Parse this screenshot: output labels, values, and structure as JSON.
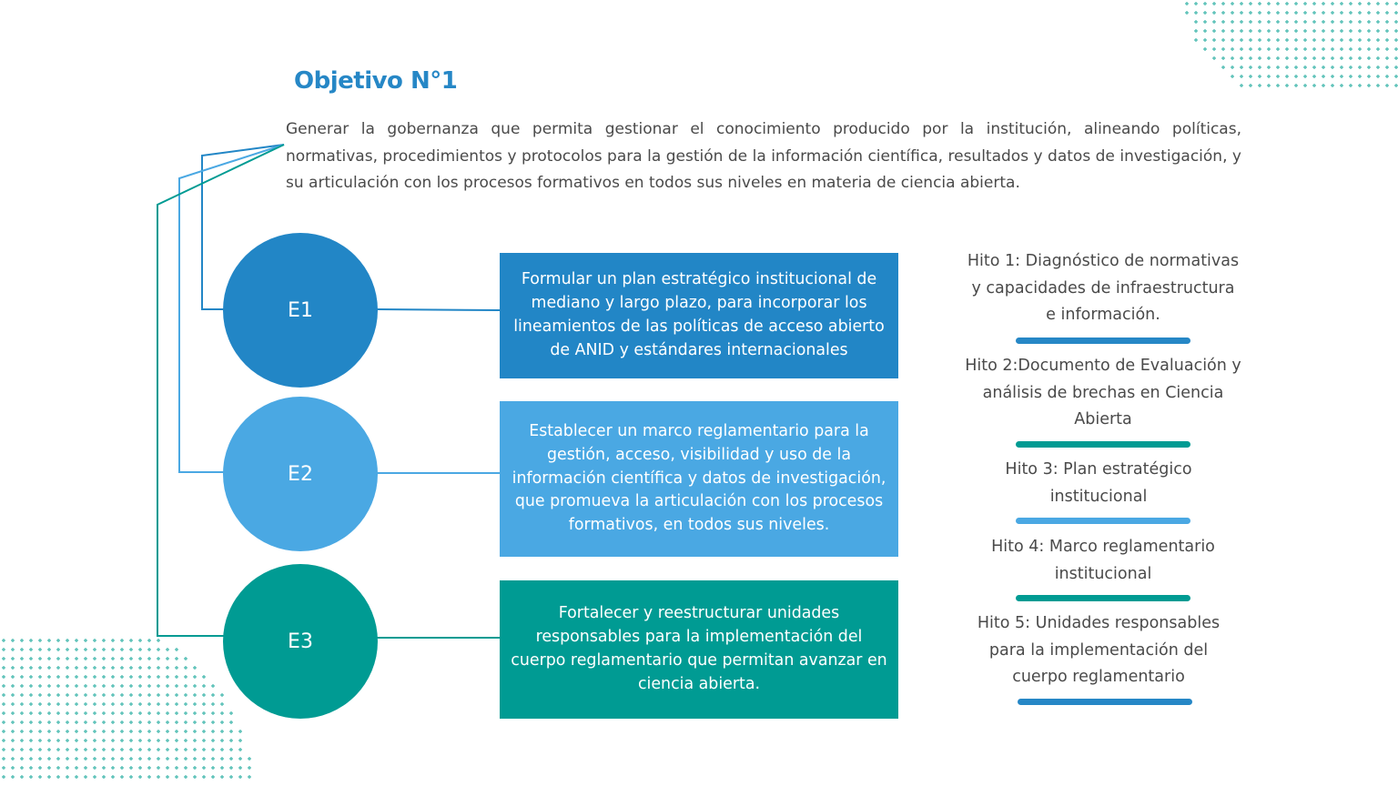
{
  "colors": {
    "e1": "#2286c6",
    "e2": "#4aa8e3",
    "e3": "#009b93",
    "title": "#2687c6",
    "text": "#4a4a4a",
    "bar_blue": "#2687c6",
    "bar_teal": "#009b93",
    "bar_light": "#4aa8e3"
  },
  "objective": {
    "title": "Objetivo N°1",
    "description": "Generar la gobernanza que permita gestionar el conocimiento producido por la institución, alineando políticas, normativas, procedimientos y protocolos para la gestión de la información científica, resultados y datos de investigación, y su articulación con los procesos formativos en todos sus niveles en materia de ciencia abierta."
  },
  "strategies": [
    {
      "label": "E1",
      "text": "Formular un plan estratégico institucional de mediano y largo plazo, para incorporar los lineamientos de las políticas de acceso abierto de ANID y estándares internacionales"
    },
    {
      "label": "E2",
      "text": "Establecer un marco reglamentario para la gestión, acceso, visibilidad y uso de la información científica y datos de investigación, que promueva la articulación con los procesos formativos, en todos sus niveles."
    },
    {
      "label": "E3",
      "text": "Fortalecer y reestructurar unidades responsables para la implementación del cuerpo reglamentario que permitan avanzar en ciencia abierta."
    }
  ],
  "milestones": [
    {
      "text": "Hito 1: Diagnóstico de normativas y capacidades de infraestructura e información.",
      "bar_color": "#2687c6"
    },
    {
      "text": "Hito 2:Documento de Evaluación y análisis de brechas en Ciencia Abierta",
      "bar_color": "#009b93"
    },
    {
      "text": "Hito 3: Plan estratégico institucional",
      "bar_color": "#4aa8e3"
    },
    {
      "text": "Hito 4: Marco reglamentario institucional",
      "bar_color": "#009b93"
    },
    {
      "text": "Hito 5: Unidades responsables para la implementación del cuerpo reglamentario",
      "bar_color": "#2687c6"
    }
  ]
}
